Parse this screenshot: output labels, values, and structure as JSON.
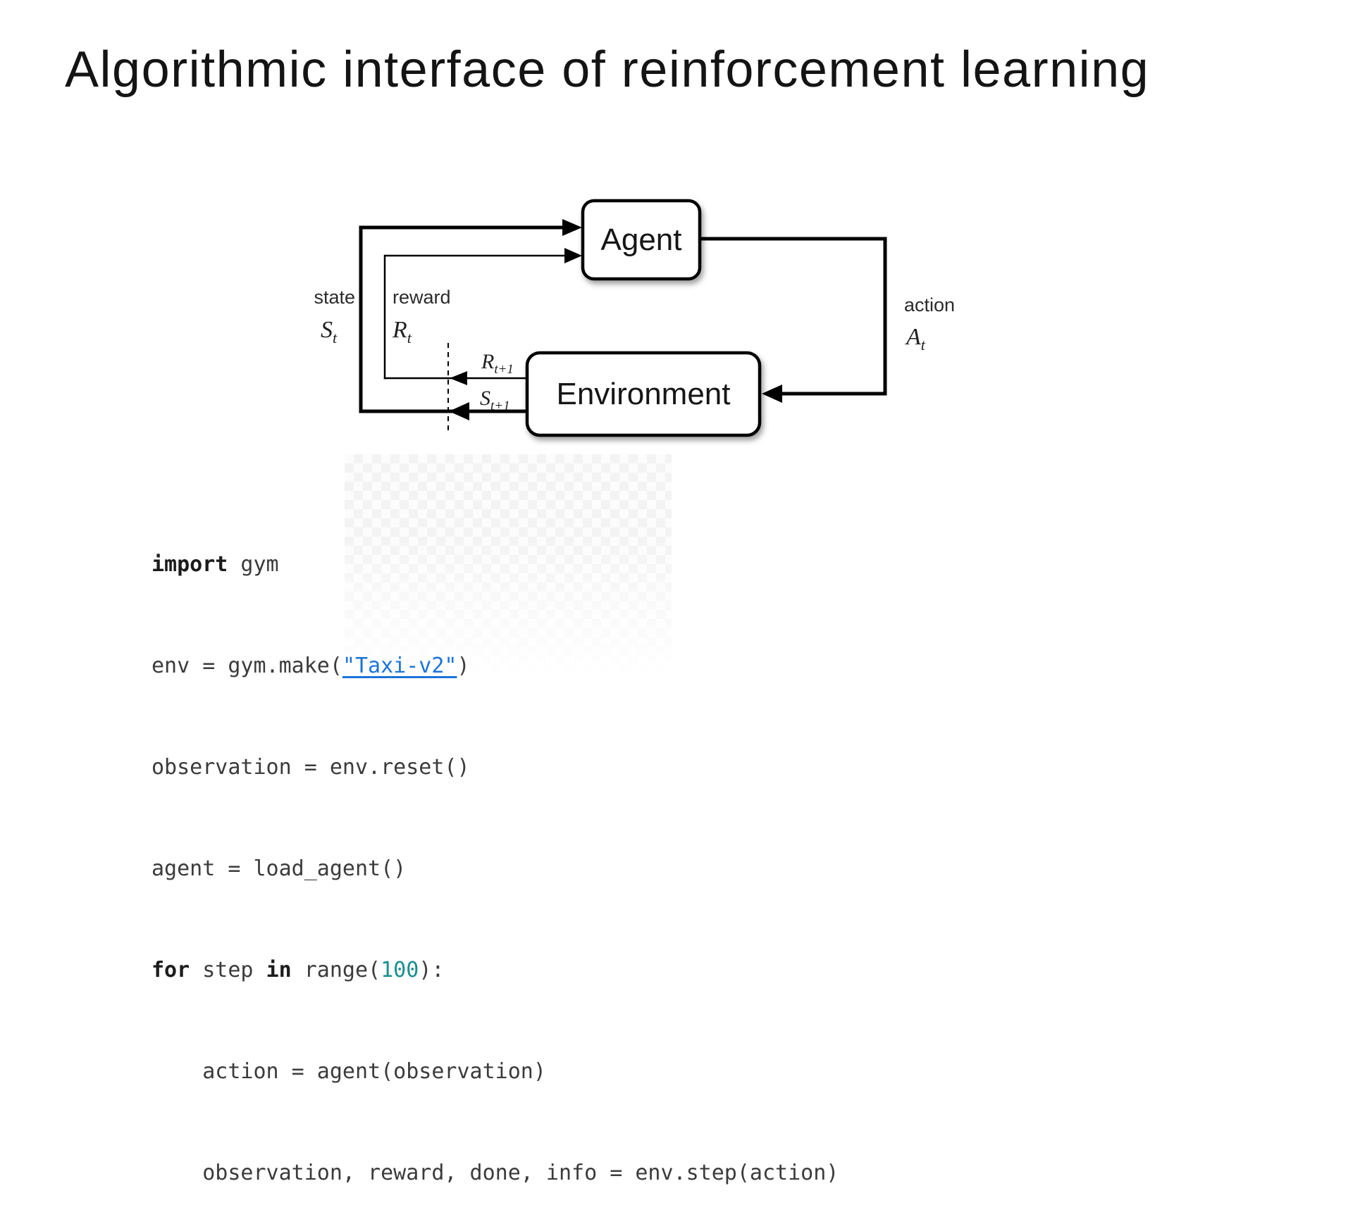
{
  "slide": {
    "title": "Algorithmic interface of reinforcement learning"
  },
  "diagram": {
    "agent_label": "Agent",
    "environment_label": "Environment",
    "state": {
      "label": "state",
      "symbol": "S",
      "sub": "t"
    },
    "reward": {
      "label": "reward",
      "symbol": "R",
      "sub": "t"
    },
    "action": {
      "label": "action",
      "symbol": "A",
      "sub": "t"
    },
    "next_reward": {
      "symbol": "R",
      "sub": "t+1"
    },
    "next_state": {
      "symbol": "S",
      "sub": "t+1"
    }
  },
  "code": {
    "lines": [
      {
        "tokens": [
          {
            "text": "import",
            "type": "keyword"
          },
          {
            "text": " gym",
            "type": "plain"
          }
        ]
      },
      {
        "tokens": [
          {
            "text": "env = gym.make(",
            "type": "plain"
          },
          {
            "text": "\"Taxi-v2\"",
            "type": "link"
          },
          {
            "text": ")",
            "type": "plain"
          }
        ]
      },
      {
        "tokens": [
          {
            "text": "observation = env.reset()",
            "type": "plain"
          }
        ]
      },
      {
        "tokens": [
          {
            "text": "agent = load_agent()",
            "type": "plain"
          }
        ]
      },
      {
        "tokens": [
          {
            "text": "for",
            "type": "keyword"
          },
          {
            "text": " step ",
            "type": "plain"
          },
          {
            "text": "in",
            "type": "keyword"
          },
          {
            "text": " range(",
            "type": "plain"
          },
          {
            "text": "100",
            "type": "number"
          },
          {
            "text": "):",
            "type": "plain"
          }
        ]
      },
      {
        "tokens": [
          {
            "text": "    action = agent(observation)",
            "type": "plain"
          }
        ]
      },
      {
        "tokens": [
          {
            "text": "    observation, reward, done, info = env.step(action)",
            "type": "plain"
          }
        ]
      }
    ]
  },
  "colors": {
    "link_blue": "#1B74D9",
    "number_teal": "#1A8F8F",
    "code_text": "#3B3B3B",
    "diagram_ink": "#000000"
  }
}
